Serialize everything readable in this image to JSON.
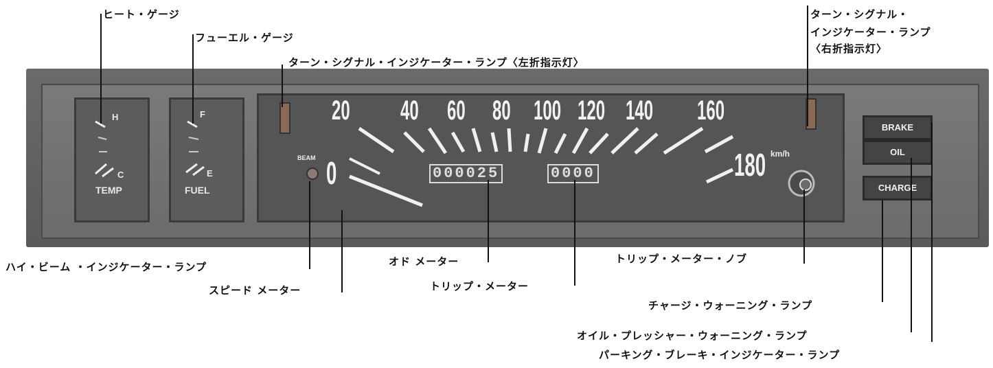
{
  "callouts": {
    "heat_gauge": "ヒート・ゲージ",
    "fuel_gauge": "フューエル・ゲージ",
    "turn_left": "ターン・シグナル・インジケーター・ランプ〈左折指示灯〉",
    "turn_right_line1": "ターン・シグナル・",
    "turn_right_line2": "インジケーター・ランプ",
    "turn_right_line3": "〈右折指示灯〉",
    "high_beam": "ハイ・ビーム ・インジケーター・ランプ",
    "speedometer": "スピード メーター",
    "odometer": "オド メーター",
    "trip_meter": "トリップ・メーター",
    "trip_knob": "トリップ・メーター・ノブ",
    "charge_warning": "チャージ・ウォーニング・ランプ",
    "oil_warning": "オイル・プレッシャー・ウォーニング・ランプ",
    "parking_brake": "パーキング・ブレーキ・インジケーター・ランプ"
  },
  "gauges": {
    "temp": {
      "high": "H",
      "low": "C",
      "label": "TEMP"
    },
    "fuel": {
      "high": "F",
      "low": "E",
      "label": "FUEL"
    }
  },
  "speedometer": {
    "scale": [
      "0",
      "20",
      "40",
      "60",
      "80",
      "100",
      "120",
      "140",
      "160",
      "180"
    ],
    "unit": "km/h",
    "beam_label": "BEAM"
  },
  "odometer": {
    "value": "000025"
  },
  "trip": {
    "value": "0000"
  },
  "warning_lamps": {
    "brake": "BRAKE",
    "oil": "OIL",
    "charge": "CHARGE"
  }
}
